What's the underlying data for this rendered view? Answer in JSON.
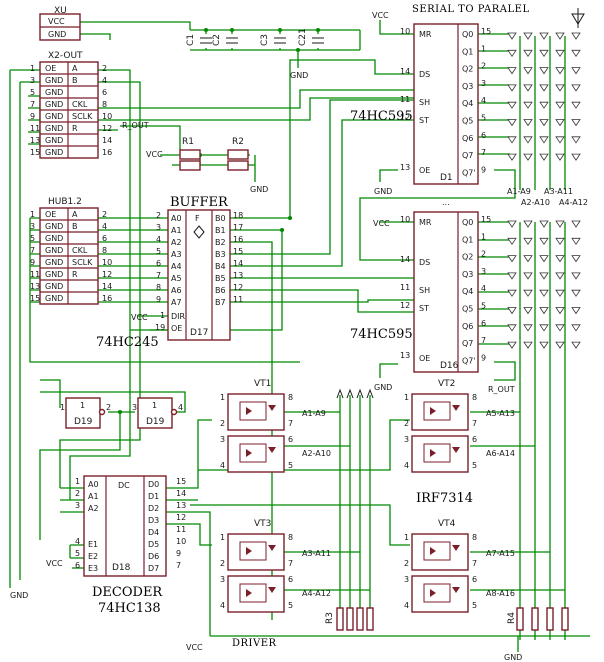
{
  "labels": {
    "serial_to_parallel": "SERIAL TO PARALEL",
    "buffer": "BUFFER",
    "buffer_ic": "74HC245",
    "shift_reg_ic_1": "74HC595",
    "shift_reg_ic_2": "74HC595",
    "decoder": "DECODER",
    "decoder_ic": "74HC138",
    "driver": "DRIVER",
    "mosfet_ic": "IRF7314",
    "ellipsis": "...",
    "r_out_1": "R_OUT",
    "r_out_2": "R_OUT"
  },
  "power": {
    "vcc": "VCC",
    "gnd": "GND"
  },
  "xu": {
    "ref": "XU",
    "pins": [
      "VCC",
      "GND"
    ]
  },
  "capacitors": [
    "C1",
    "C2",
    "C3",
    "C21"
  ],
  "resistors": {
    "r1": "R1",
    "r2": "R2",
    "r3": "R3",
    "r4": "R4"
  },
  "connectors": [
    {
      "ref": "X2-OUT",
      "rows": [
        [
          "OE",
          "A"
        ],
        [
          "GND",
          "B"
        ],
        [
          "GND",
          ""
        ],
        [
          "GND",
          "CKL"
        ],
        [
          "GND",
          "SCLK"
        ],
        [
          "GND",
          "R"
        ],
        [
          "GND",
          ""
        ],
        [
          "GND",
          ""
        ]
      ],
      "left_pins": [
        "1",
        "3",
        "5",
        "7",
        "9",
        "11",
        "13",
        "15"
      ],
      "right_pins": [
        "2",
        "4",
        "6",
        "8",
        "10",
        "12",
        "14",
        "16"
      ]
    },
    {
      "ref": "HUB1.2",
      "rows": [
        [
          "OE",
          "A"
        ],
        [
          "GND",
          "B"
        ],
        [
          "GND",
          ""
        ],
        [
          "GND",
          "CKL"
        ],
        [
          "GND",
          "SCLK"
        ],
        [
          "GND",
          "R"
        ],
        [
          "GND",
          ""
        ],
        [
          "GND",
          ""
        ]
      ],
      "left_pins": [
        "1",
        "3",
        "5",
        "7",
        "9",
        "11",
        "13",
        "15"
      ],
      "right_pins": [
        "2",
        "4",
        "6",
        "8",
        "10",
        "12",
        "14",
        "16"
      ]
    }
  ],
  "buffer_chip": {
    "ref": "D17",
    "title": "F",
    "left_pins": [
      "A0",
      "A1",
      "A2",
      "A3",
      "A4",
      "A5",
      "A6",
      "A7"
    ],
    "left_nums": [
      "2",
      "3",
      "4",
      "5",
      "6",
      "7",
      "8",
      "9"
    ],
    "right_pins": [
      "B0",
      "B1",
      "B2",
      "B3",
      "B4",
      "B5",
      "B6",
      "B7"
    ],
    "right_nums": [
      "18",
      "17",
      "16",
      "15",
      "14",
      "13",
      "12",
      "11"
    ],
    "dir": "DIR",
    "oe": "OE",
    "dir_num": "1",
    "oe_num": "19"
  },
  "shift_registers": [
    {
      "ref": "D1",
      "left": [
        "MR",
        "DS",
        "SH",
        "ST",
        "OE"
      ],
      "left_nums": [
        "10",
        "14",
        "11",
        "12",
        "13"
      ],
      "right": [
        "Q0",
        "Q1",
        "Q2",
        "Q3",
        "Q4",
        "Q5",
        "Q6",
        "Q7",
        "Q7'"
      ],
      "right_nums": [
        "15",
        "1",
        "2",
        "3",
        "4",
        "5",
        "6",
        "7",
        "9"
      ]
    },
    {
      "ref": "D16",
      "left": [
        "MR",
        "DS",
        "SH",
        "ST",
        "OE"
      ],
      "left_nums": [
        "10",
        "14",
        "11",
        "12",
        "13"
      ],
      "right": [
        "Q0",
        "Q1",
        "Q2",
        "Q3",
        "Q4",
        "Q5",
        "Q6",
        "Q7",
        "Q7'"
      ],
      "right_nums": [
        "15",
        "1",
        "2",
        "3",
        "4",
        "5",
        "6",
        "7",
        "9"
      ]
    }
  ],
  "inverters": [
    {
      "ref": "D19",
      "in": "1",
      "out": "2",
      "sym": "1"
    },
    {
      "ref": "D19",
      "in": "3",
      "out": "4",
      "sym": "1"
    }
  ],
  "decoder_chip": {
    "ref": "D18",
    "title": "DC",
    "left": [
      "A0",
      "A1",
      "A2",
      "E1",
      "E2",
      "E3"
    ],
    "left_nums": [
      "1",
      "2",
      "3",
      "4",
      "5",
      "6"
    ],
    "right": [
      "D0",
      "D1",
      "D2",
      "D3",
      "D4",
      "D5",
      "D6",
      "D7"
    ],
    "right_nums": [
      "15",
      "14",
      "13",
      "12",
      "11",
      "10",
      "9",
      "7"
    ]
  },
  "mosfets": [
    {
      "ref": "VT1",
      "top": "A1-A9",
      "bottom": "A2-A10"
    },
    {
      "ref": "VT2",
      "top": "A5-A13",
      "bottom": "A6-A14"
    },
    {
      "ref": "VT3",
      "top": "A3-A11",
      "bottom": "A4-A12"
    },
    {
      "ref": "VT4",
      "top": "A7-A15",
      "bottom": "A8-A16"
    }
  ],
  "mosfet_pins": [
    "1",
    "2",
    "3",
    "4",
    "5",
    "6",
    "7",
    "8"
  ],
  "row_lines": [
    "A1-A9",
    "A3-A11",
    "A2-A10",
    "A4-A12"
  ]
}
